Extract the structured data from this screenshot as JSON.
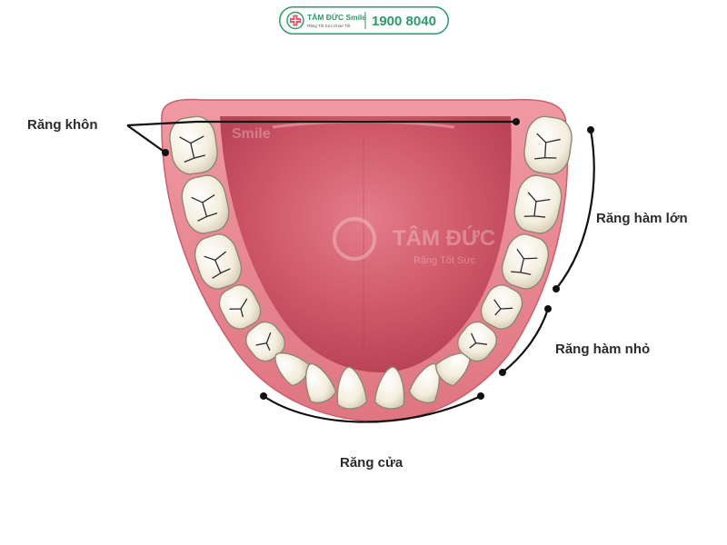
{
  "logo": {
    "brand": "TÂM ĐỨC Smile",
    "tagline": "Răng Tốt Sức Khỏe Tốt",
    "phone": "1900 8040",
    "brand_color": "#2e9a6a"
  },
  "watermark": {
    "text1": "TÂM ĐỨC",
    "text2": "Răng Tốt Sức",
    "text3": "Smile"
  },
  "labels": {
    "wisdom": "Răng khôn",
    "molars": "Răng hàm lớn",
    "premolars": "Răng hàm nhỏ",
    "incisors": "Răng cửa"
  },
  "colors": {
    "gum": "#e8868e",
    "tongue": "#cf5868",
    "tooth": "#f6f1e4",
    "line": "#111111"
  }
}
